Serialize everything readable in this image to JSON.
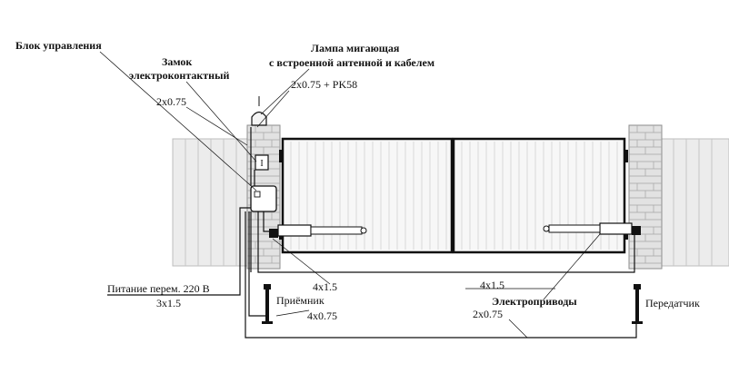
{
  "labels": {
    "control_unit": "Блок управления",
    "lock_line1": "Замок",
    "lock_line2": "электроконтактный",
    "lamp_line1": "Лампа мигающая",
    "lamp_line2": "с встроенной антенной и кабелем",
    "cable_lamp": "2x0.75 + PK58",
    "cable_lock": "2x0.75",
    "power": "Питание  перем.  220 В",
    "power_cable": "3x1.5",
    "cable_motor_left": "4x1.5",
    "cable_motor_right": "4x1.5",
    "receiver": "Приёмник",
    "cable_receiver": "4x0.75",
    "actuators": "Электроприводы",
    "cable_transmitter": "2x0.75",
    "transmitter": "Передатчик",
    "lock_marker": "I"
  },
  "colors": {
    "line": "#111111",
    "fence_fill": "#ececec",
    "fence_stroke": "#bdbdbd",
    "brick_fill": "#e2e2e2",
    "brick_stroke": "#9a9a9a",
    "gate_fill": "#f7f7f7"
  }
}
